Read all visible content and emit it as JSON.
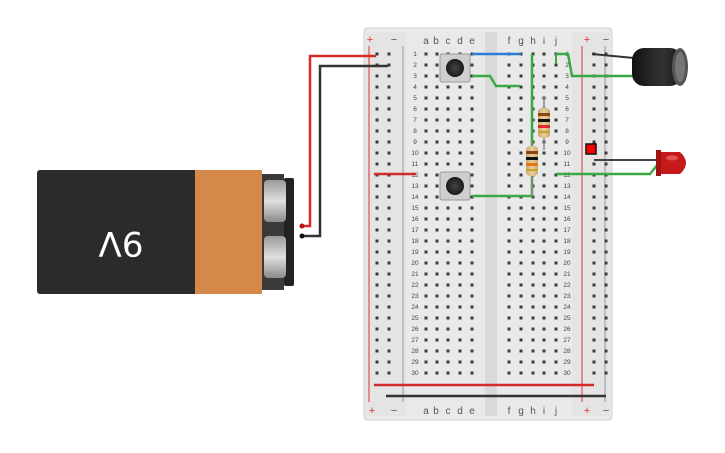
{
  "breadboard": {
    "columns_left": [
      "a",
      "b",
      "c",
      "d",
      "e"
    ],
    "columns_right": [
      "f",
      "g",
      "h",
      "i",
      "j"
    ],
    "rail_plus": "+",
    "rail_minus": "−",
    "rows": [
      "1",
      "2",
      "3",
      "4",
      "5",
      "6",
      "7",
      "8",
      "9",
      "10",
      "11",
      "12",
      "13",
      "14",
      "15",
      "16",
      "17",
      "18",
      "19",
      "20",
      "21",
      "22",
      "23",
      "24",
      "25",
      "26",
      "27",
      "28",
      "29",
      "30"
    ]
  },
  "battery": {
    "label": "9V",
    "body_color": "#2b2b2b",
    "label_color": "#d4884a"
  },
  "components": {
    "pushbuttons": 2,
    "resistors": 2,
    "capacitor": "electrolytic",
    "led_color": "#c51a1a",
    "indicator_color": "#ff0000"
  },
  "wire_colors": {
    "positive": "#d32a2a",
    "negative": "#333333",
    "signal": "#3aa845",
    "jumper": "#2a7fd4"
  }
}
